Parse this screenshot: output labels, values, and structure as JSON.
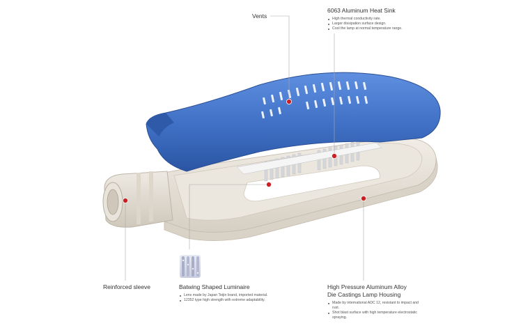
{
  "callouts": {
    "vents": {
      "title": "Vents"
    },
    "heat_sink": {
      "title": "6063 Aluminum Heat Sink",
      "bullets": [
        "High thermal conductivity rate.",
        "Larger dissipation surface design.",
        "Cool the lamp at normal temperature range."
      ]
    },
    "sleeve": {
      "title": "Reinforced sleeve"
    },
    "luminaire": {
      "title": "Batwing Shaped Luminaire",
      "bullets": [
        "Lens made by Japan Teijin brand, imported material.",
        "12352 type high strength with extreme adaptability."
      ]
    },
    "housing": {
      "title_line1": "High Pressure Aluminum Alloy",
      "title_line2": "Die Castings Lamp Housing",
      "bullets": [
        "Made by international ADC 12, resistant to impact and rust.",
        "Shot blast surface with high temperature electrostatic spraying."
      ]
    }
  },
  "colors": {
    "cover_blue": "#3f6fc4",
    "housing": "#e4ddd2",
    "marker_red": "#cc1f24"
  },
  "icons": {
    "marker": "red-dot-marker",
    "bullet": "bullet-dot"
  }
}
